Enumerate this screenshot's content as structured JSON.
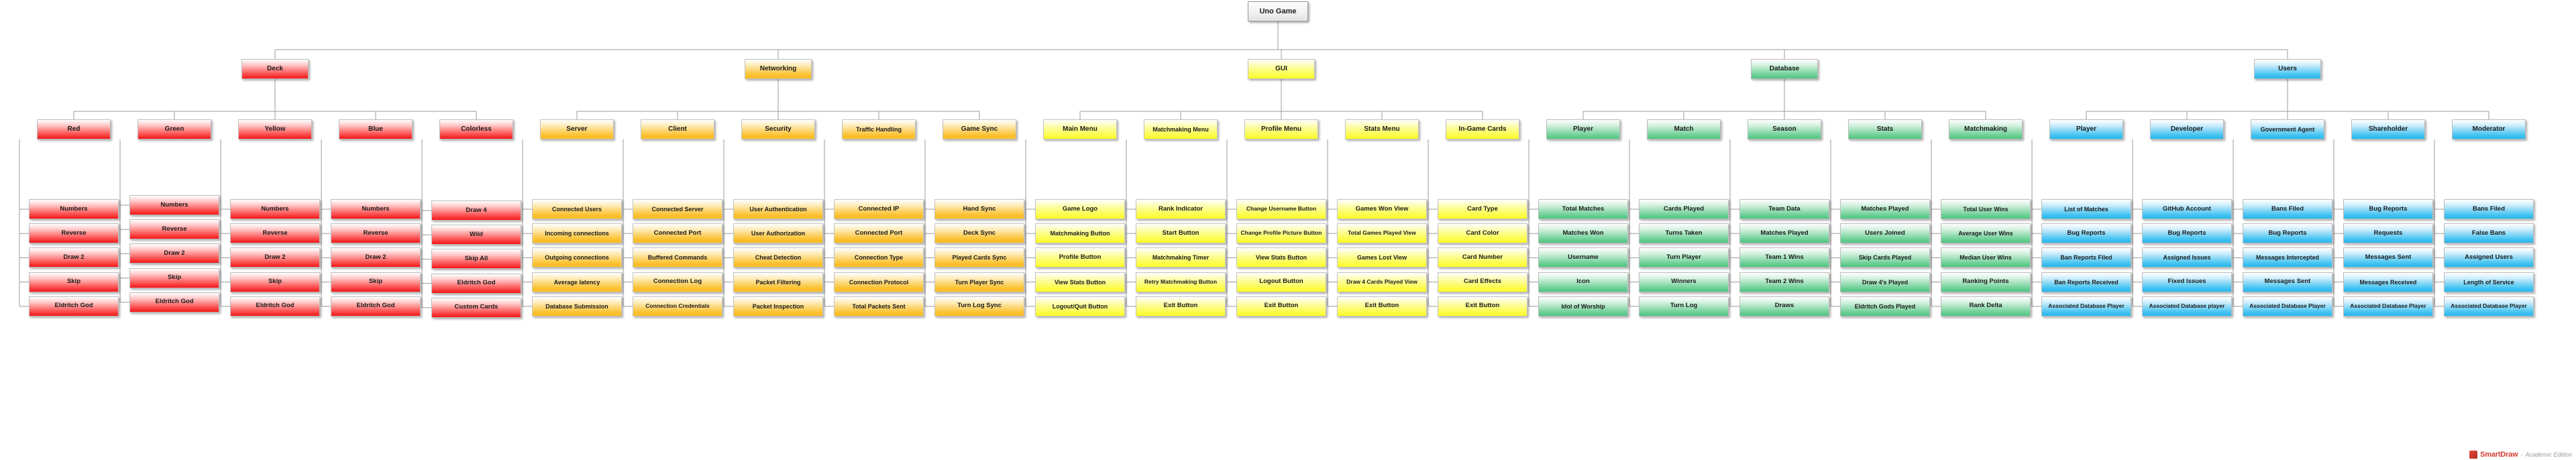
{
  "diagram": {
    "title": "Uno Game",
    "type": "org-chart",
    "footer": {
      "brand": "SmartDraw",
      "brand_suffix": "Academic Edition",
      "separator": "-"
    },
    "palette": {
      "root": "#e2e2e4",
      "deck_red": "#f31717",
      "networking_orange": "#fbbb22",
      "gui_yellow": "#fbfb24",
      "database_green": "#4ec47f",
      "users_blue": "#25b6ec"
    },
    "root": {
      "label": "Uno Game"
    },
    "branches": [
      {
        "label": "Deck",
        "theme": "red",
        "categories": [
          {
            "label": "Red",
            "leaves": [
              "Numbers",
              "Reverse",
              "Draw 2",
              "Skip",
              "Eldritch God"
            ]
          },
          {
            "label": "Green",
            "leaves": [
              "Numbers",
              "Reverse",
              "Draw 2",
              "Skip",
              "Eldritch God"
            ]
          },
          {
            "label": "Yellow",
            "leaves": [
              "Numbers",
              "Reverse",
              "Draw 2",
              "Skip",
              "Eldritch God"
            ]
          },
          {
            "label": "Blue",
            "leaves": [
              "Numbers",
              "Reverse",
              "Draw 2",
              "Skip",
              "Eldritch God"
            ]
          },
          {
            "label": "Colorless",
            "leaves": [
              "Draw 4",
              "Wild",
              "Skip All",
              "Eldritch God",
              "Custom Cards"
            ]
          }
        ]
      },
      {
        "label": "Networking",
        "theme": "orange",
        "categories": [
          {
            "label": "Server",
            "leaves": [
              "Connected Users",
              "Incoming connections",
              "Outgoing connections",
              "Average latency",
              "Database Submission"
            ]
          },
          {
            "label": "Client",
            "leaves": [
              "Connected Server",
              "Connected Port",
              "Buffered Commands",
              "Connection Log",
              "Connection Credentials"
            ]
          },
          {
            "label": "Security",
            "leaves": [
              "User Authentication",
              "User Authorization",
              "Cheat Detection",
              "Packet Filtering",
              "Packet Inspection"
            ]
          },
          {
            "label": "Traffic Handling",
            "leaves": [
              "Connected IP",
              "Connected Port",
              "Connection Type",
              "Connection Protocol",
              "Total Packets Sent"
            ]
          },
          {
            "label": "Game Sync",
            "leaves": [
              "Hand Sync",
              "Deck Sync",
              "Played Cards Sync",
              "Turn Player Sync",
              "Turn Log Sync"
            ]
          }
        ]
      },
      {
        "label": "GUI",
        "theme": "yellow",
        "categories": [
          {
            "label": "Main Menu",
            "leaves": [
              "Game Logo",
              "Matchmaking Button",
              "Profile Button",
              "View Stats Button",
              "Logout/Quit Button"
            ]
          },
          {
            "label": "Matchmaking Menu",
            "leaves": [
              "Rank Indicator",
              "Start Button",
              "Matchmaking Timer",
              "Retry Matchmaking Button",
              "Exit Button"
            ]
          },
          {
            "label": "Profile Menu",
            "leaves": [
              "Change Username Button",
              "Change Profile Picture Button",
              "View Stats Button",
              "Logout Button",
              "Exit Button"
            ]
          },
          {
            "label": "Stats Menu",
            "leaves": [
              "Games Won View",
              "Total Games Played View",
              "Games Lost View",
              "Draw 4 Cards Played View",
              "Exit Button"
            ]
          },
          {
            "label": "In-Game Cards",
            "leaves": [
              "Card Type",
              "Card Color",
              "Card Number",
              "Card Effects",
              "Exit Button"
            ]
          }
        ]
      },
      {
        "label": "Database",
        "theme": "green",
        "categories": [
          {
            "label": "Player",
            "leaves": [
              "Total Matches",
              "Matches Won",
              "Username",
              "Icon",
              "Idol of Worship"
            ]
          },
          {
            "label": "Match",
            "leaves": [
              "Cards Played",
              "Turns Taken",
              "Turn Player",
              "Winners",
              "Turn Log"
            ]
          },
          {
            "label": "Season",
            "leaves": [
              "Team Data",
              "Matches Played",
              "Team 1 Wins",
              "Team 2 Wins",
              "Draws"
            ]
          },
          {
            "label": "Stats",
            "leaves": [
              "Matches Played",
              "Users Joined",
              "Skip Cards Played",
              "Draw 4's Played",
              "Eldritch Gods Played"
            ]
          },
          {
            "label": "Matchmaking",
            "leaves": [
              "Total User Wins",
              "Average User Wins",
              "Median User Wins",
              "Ranking Points",
              "Rank Delta"
            ]
          }
        ]
      },
      {
        "label": "Users",
        "theme": "blue",
        "categories": [
          {
            "label": "Player",
            "leaves": [
              "List of Matches",
              "Bug Reports",
              "Ban Reports Filed",
              "Ban Reports Received",
              "Associated Database Player"
            ]
          },
          {
            "label": "Developer",
            "leaves": [
              "GitHub Account",
              "Bug Reports",
              "Assigned Issues",
              "Fixed Issues",
              "Associated Database player"
            ]
          },
          {
            "label": "Government Agent",
            "leaves": [
              "Bans Filed",
              "Bug Reports",
              "Messages Intercepted",
              "Messages Sent",
              "Associated Database Player"
            ]
          },
          {
            "label": "Shareholder",
            "leaves": [
              "Bug Reports",
              "Requests",
              "Messages Sent",
              "Messages Received",
              "Associated Database Player"
            ]
          },
          {
            "label": "Moderator",
            "leaves": [
              "Bans Filed",
              "False Bans",
              "Assigned Users",
              "Length of Service",
              "Associated Database Player"
            ]
          }
        ]
      }
    ]
  }
}
